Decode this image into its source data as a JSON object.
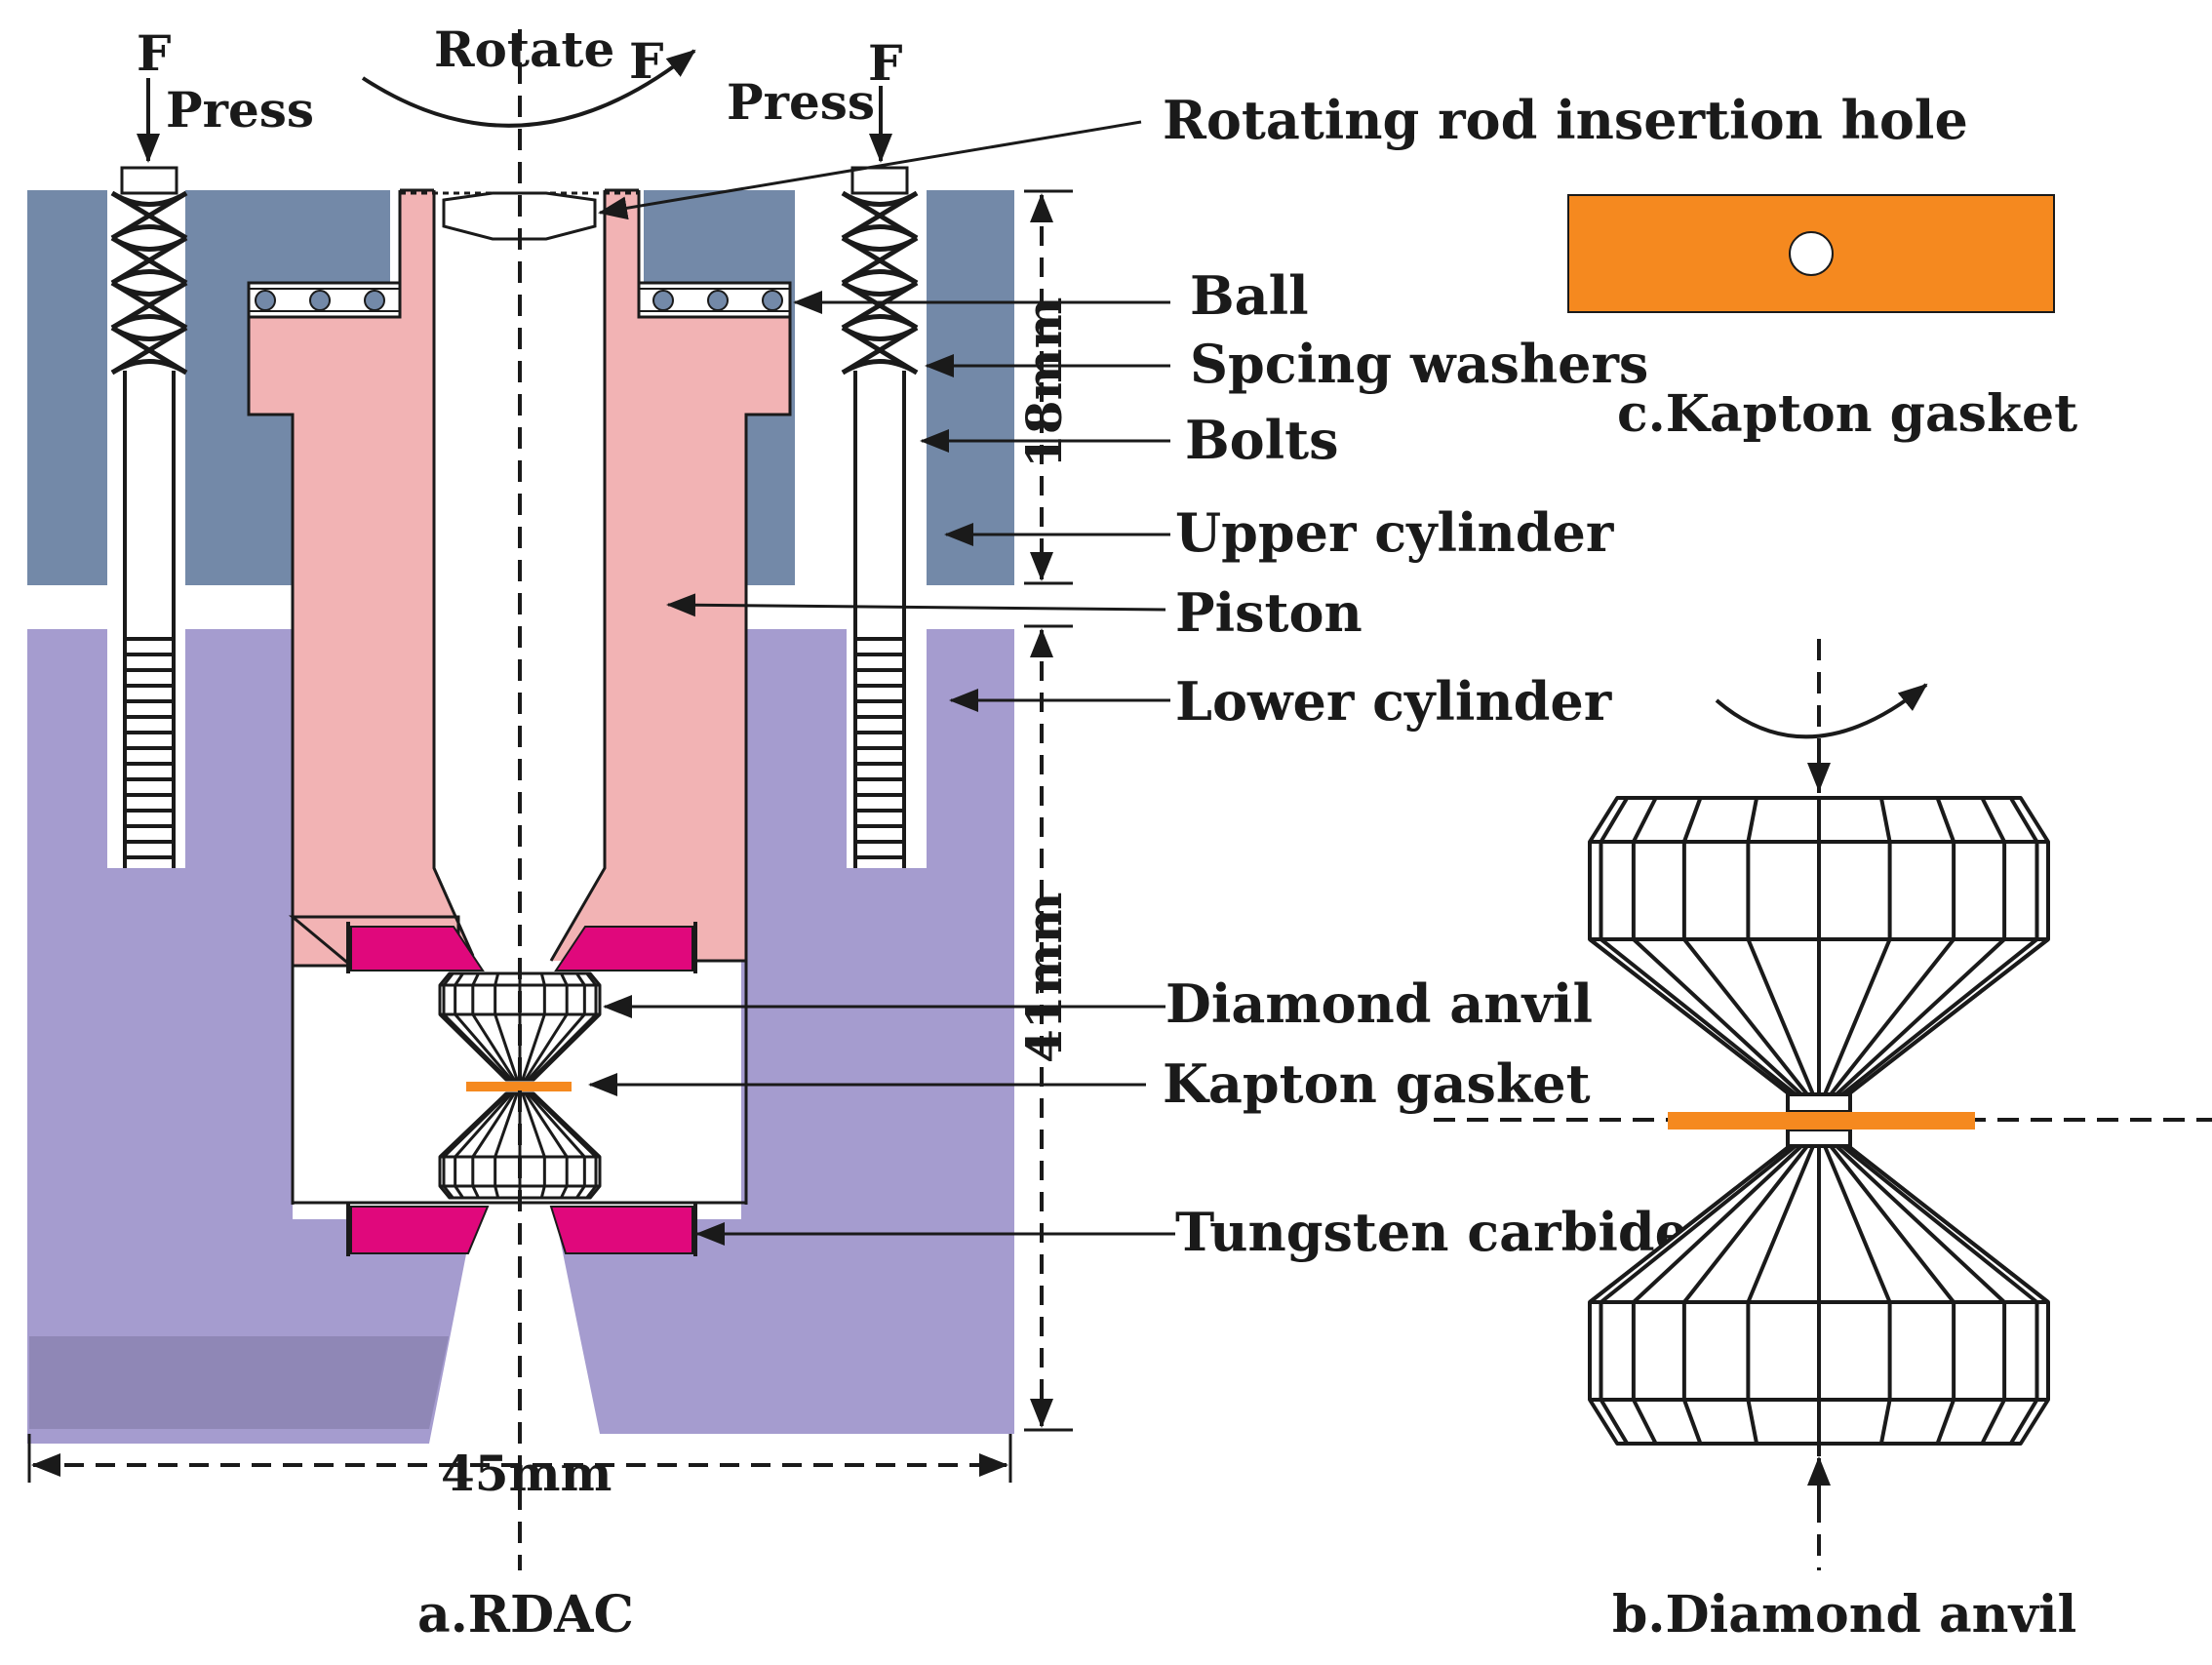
{
  "colors": {
    "upper_cylinder": "#7389a8",
    "lower_cylinder": "#a59ccf",
    "lower_cylinder_dark": "#8f87b6",
    "piston": "#f2b3b4",
    "tungsten_carbide": "#e0087c",
    "kapton": "#f5891f",
    "line": "#1a1a1a"
  },
  "labels": {
    "force_left": "F",
    "force_mid": "F",
    "force_right": "F",
    "press_left": "Press",
    "press_right": "Press",
    "rotate": "Rotate",
    "rotating_rod": "Rotating  rod  insertion hole",
    "ball": "Ball",
    "spring_washers": "Spcing  washers",
    "bolts": "Bolts",
    "upper_cylinder": "Upper  cylinder",
    "piston": "Piston",
    "lower_cylinder": "Lower  cylinder",
    "diamond_anvil": "Diamond  anvil",
    "kapton_gasket": "Kapton gasket",
    "tungsten_carbide": "Tungsten  carbide"
  },
  "dimensions": {
    "height_upper": "18mm",
    "height_lower": "41mm",
    "width": "45mm"
  },
  "captions": {
    "a": "a.RDAC",
    "b": "b.Diamond anvil",
    "c": "c.Kapton gasket"
  }
}
